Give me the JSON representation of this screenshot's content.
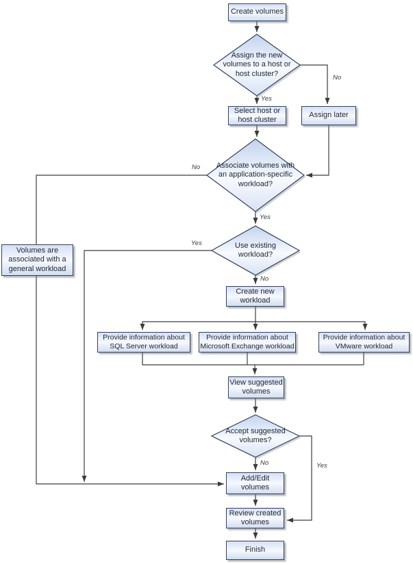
{
  "diagram": {
    "type": "flowchart",
    "nodes": {
      "create_volumes": "Create volumes",
      "assign_host_question": "Assign the new volumes to a host or host cluster?",
      "select_host": "Select host or host cluster",
      "assign_later": "Assign later",
      "associate_workload_question": "Associate volumes with an application-specific workload?",
      "general_workload_note": "Volumes are associated with a general workload",
      "use_existing_question": "Use existing workload?",
      "create_new_workload": "Create new workload",
      "provide_sql": "Provide information about SQL Server workload",
      "provide_exchange": "Provide information about Microsoft Exchange workload",
      "provide_vmware": "Provide information about VMware workload",
      "view_suggested": "View suggested volumes",
      "accept_suggested_question": "Accept suggested volumes?",
      "add_edit_volumes": "Add/Edit volumes",
      "review_created": "Review created volumes",
      "finish": "Finish"
    },
    "edge_labels": {
      "assign_yes": "Yes",
      "assign_no": "No",
      "associate_yes": "Yes",
      "associate_no": "No",
      "existing_yes": "Yes",
      "existing_no": "No",
      "accept_yes": "Yes",
      "accept_no": "No"
    },
    "colors": {
      "node_border": "#33415f",
      "node_fill_light": "#f6f9fe",
      "node_fill_blue": "#d2def2",
      "connector": "#3c3c3c",
      "background": "#ffffff"
    }
  }
}
